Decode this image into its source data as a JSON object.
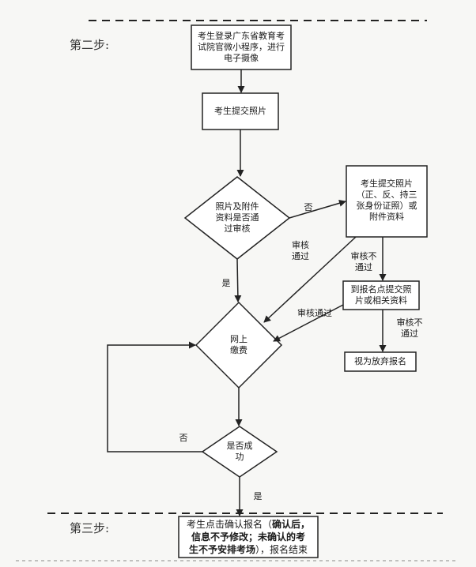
{
  "steps": {
    "step2": "第二步:",
    "step3": "第三步:"
  },
  "nodes": {
    "login": "考生登录广东省教育考\n试院官微小程序，进行\n电子摄像",
    "submit_photo": "考生提交照片",
    "review_decision": "照片及附件\n资料是否通\n过审核",
    "resubmit": "考生提交照片\n（正、反、持三\n张身份证照）或\n附件资料",
    "onsite": "到报名点提交照\n片或相关资料",
    "abandon": "视为放弃报名",
    "pay": "网上\n缴费",
    "pay_success": "是否成\n功",
    "confirm_prefix": "考生点击确认报名（",
    "confirm_bold": "确认后，\n信息不予修改；未确认的考\n生不予安排考场",
    "confirm_suffix": "），报名结束"
  },
  "edge_labels": {
    "no_1": "否",
    "pass_1": "审核\n通过",
    "fail_1": "审核不\n通过",
    "yes_1": "是",
    "pass_2": "审核通过",
    "fail_2": "审核不\n通过",
    "no_2": "否",
    "yes_2": "是"
  }
}
